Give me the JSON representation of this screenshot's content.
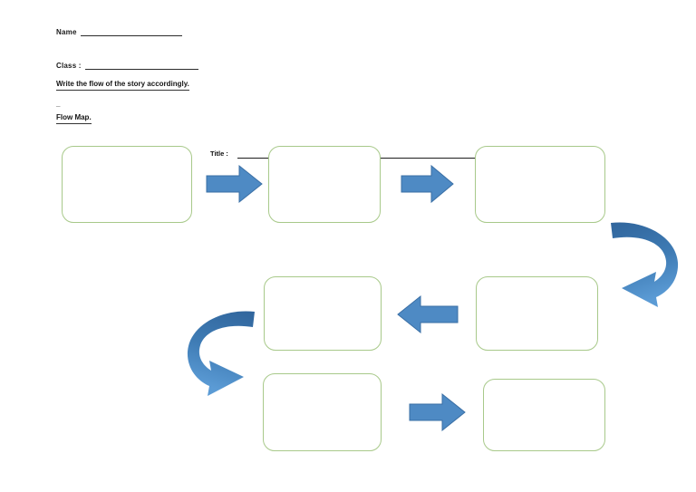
{
  "worksheet": {
    "fields": [
      {
        "label": "Name",
        "value": "",
        "rule_width": 112
      },
      {
        "label": "Class :",
        "value": "",
        "rule_width": 125
      }
    ],
    "instruction": "Write the flow of the story accordingly.",
    "dash": "_",
    "section_label": "Flow Map.",
    "title": {
      "label": "Title :",
      "value": ""
    }
  },
  "diagram": {
    "type": "flow-map",
    "box_border_color": "#a8c98a",
    "box_fill_color": "#ffffff",
    "arrow_fill_color": "#4e8ac4",
    "arrow_stroke_color": "#3a6fa5",
    "curve_gradient_start": "#30659c",
    "curve_gradient_end": "#5b9bd5",
    "boxes": [
      {
        "name": "box-1",
        "text": ""
      },
      {
        "name": "box-2",
        "text": ""
      },
      {
        "name": "box-3",
        "text": ""
      },
      {
        "name": "box-4",
        "text": ""
      },
      {
        "name": "box-5",
        "text": ""
      },
      {
        "name": "box-6",
        "text": ""
      },
      {
        "name": "box-7",
        "text": ""
      }
    ],
    "connectors": [
      {
        "name": "arrow-right-1",
        "direction": "right"
      },
      {
        "name": "arrow-right-2",
        "direction": "right"
      },
      {
        "name": "curve-down-right",
        "direction": "curve-clockwise"
      },
      {
        "name": "arrow-left-1",
        "direction": "left"
      },
      {
        "name": "curve-down-left",
        "direction": "curve-counterclockwise"
      },
      {
        "name": "arrow-right-3",
        "direction": "right"
      }
    ]
  }
}
